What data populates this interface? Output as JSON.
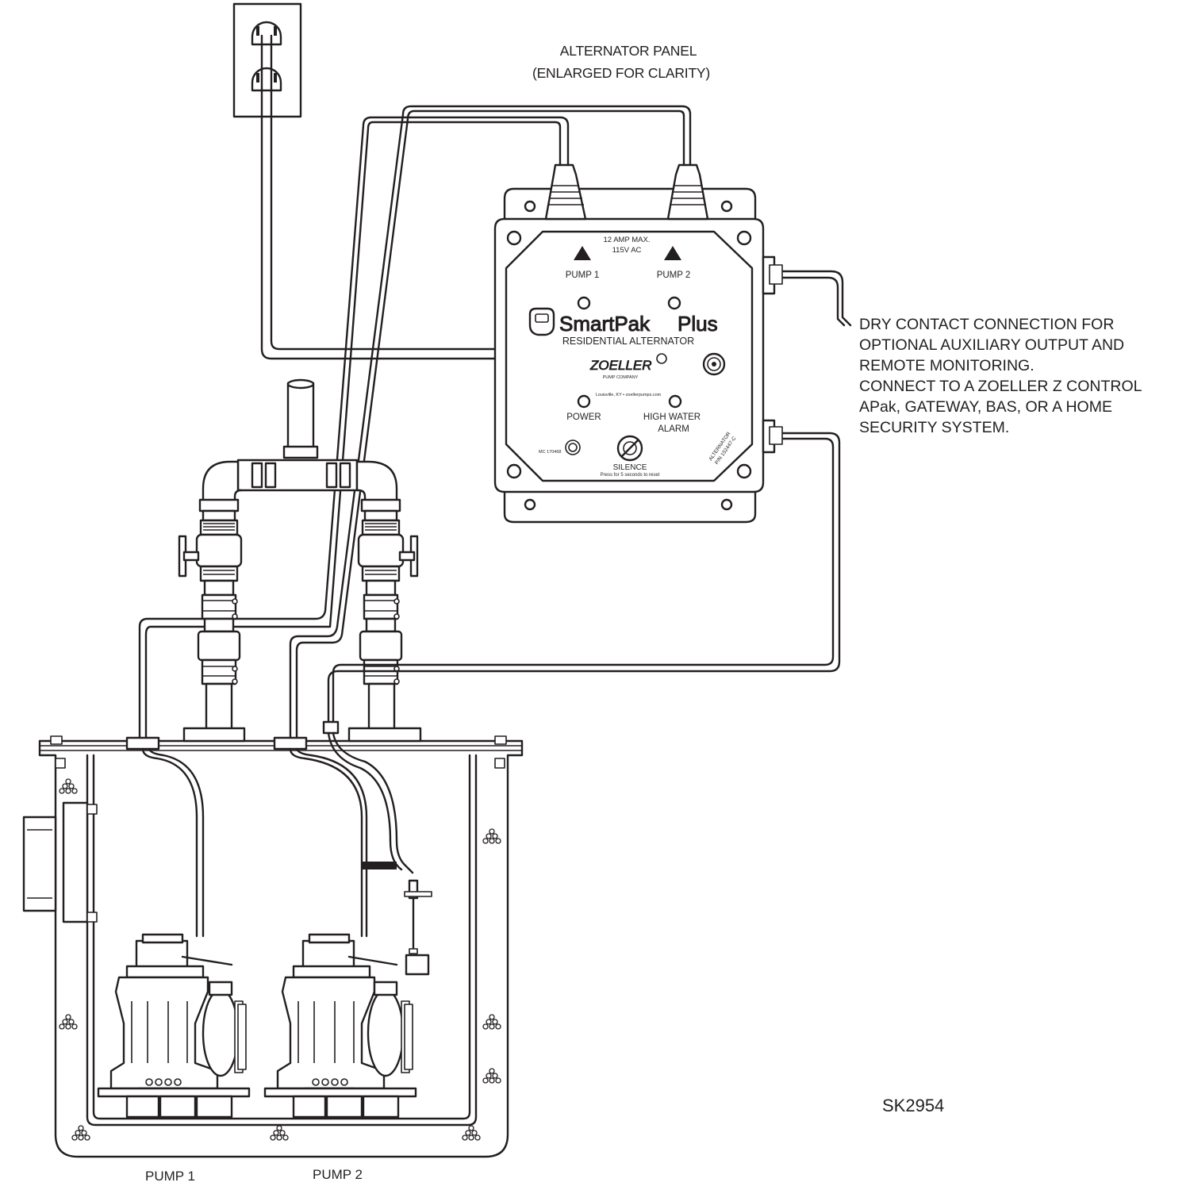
{
  "panel_caption": {
    "line1": "ALTERNATOR PANEL",
    "line2": "(ENLARGED FOR CLARITY)"
  },
  "panel": {
    "rating_line1": "12 AMP MAX.",
    "rating_line2": "115V AC",
    "pump1_label": "PUMP 1",
    "pump2_label": "PUMP 2",
    "brand_name": "SmartPak",
    "brand_plus": "Plus",
    "subtitle": "RESIDENTIAL ALTERNATOR",
    "company_logo": "ZOELLER",
    "company_sub": "PUMP COMPANY",
    "address": "Louisville, KY • zoellerpumps.com",
    "power_label": "POWER",
    "alarm_line1": "HIGH WATER",
    "alarm_line2": "ALARM",
    "mc_code": "MC 170468",
    "silence_label": "SILENCE",
    "silence_hint": "Press for 5 seconds to reset",
    "side_line1": "ALTERNATOR",
    "side_line2": "P/N 152447-C"
  },
  "dry_contact": {
    "lines": [
      "DRY CONTACT CONNECTION FOR",
      "OPTIONAL AUXILIARY OUTPUT AND",
      "REMOTE MONITORING.",
      "CONNECT TO A ZOELLER Z CONTROL",
      "APak, GATEWAY, BAS, OR A HOME",
      "SECURITY SYSTEM."
    ]
  },
  "drawing_code": "SK2954",
  "pump_labels": {
    "pump1": "PUMP 1",
    "pump2": "PUMP 2"
  }
}
